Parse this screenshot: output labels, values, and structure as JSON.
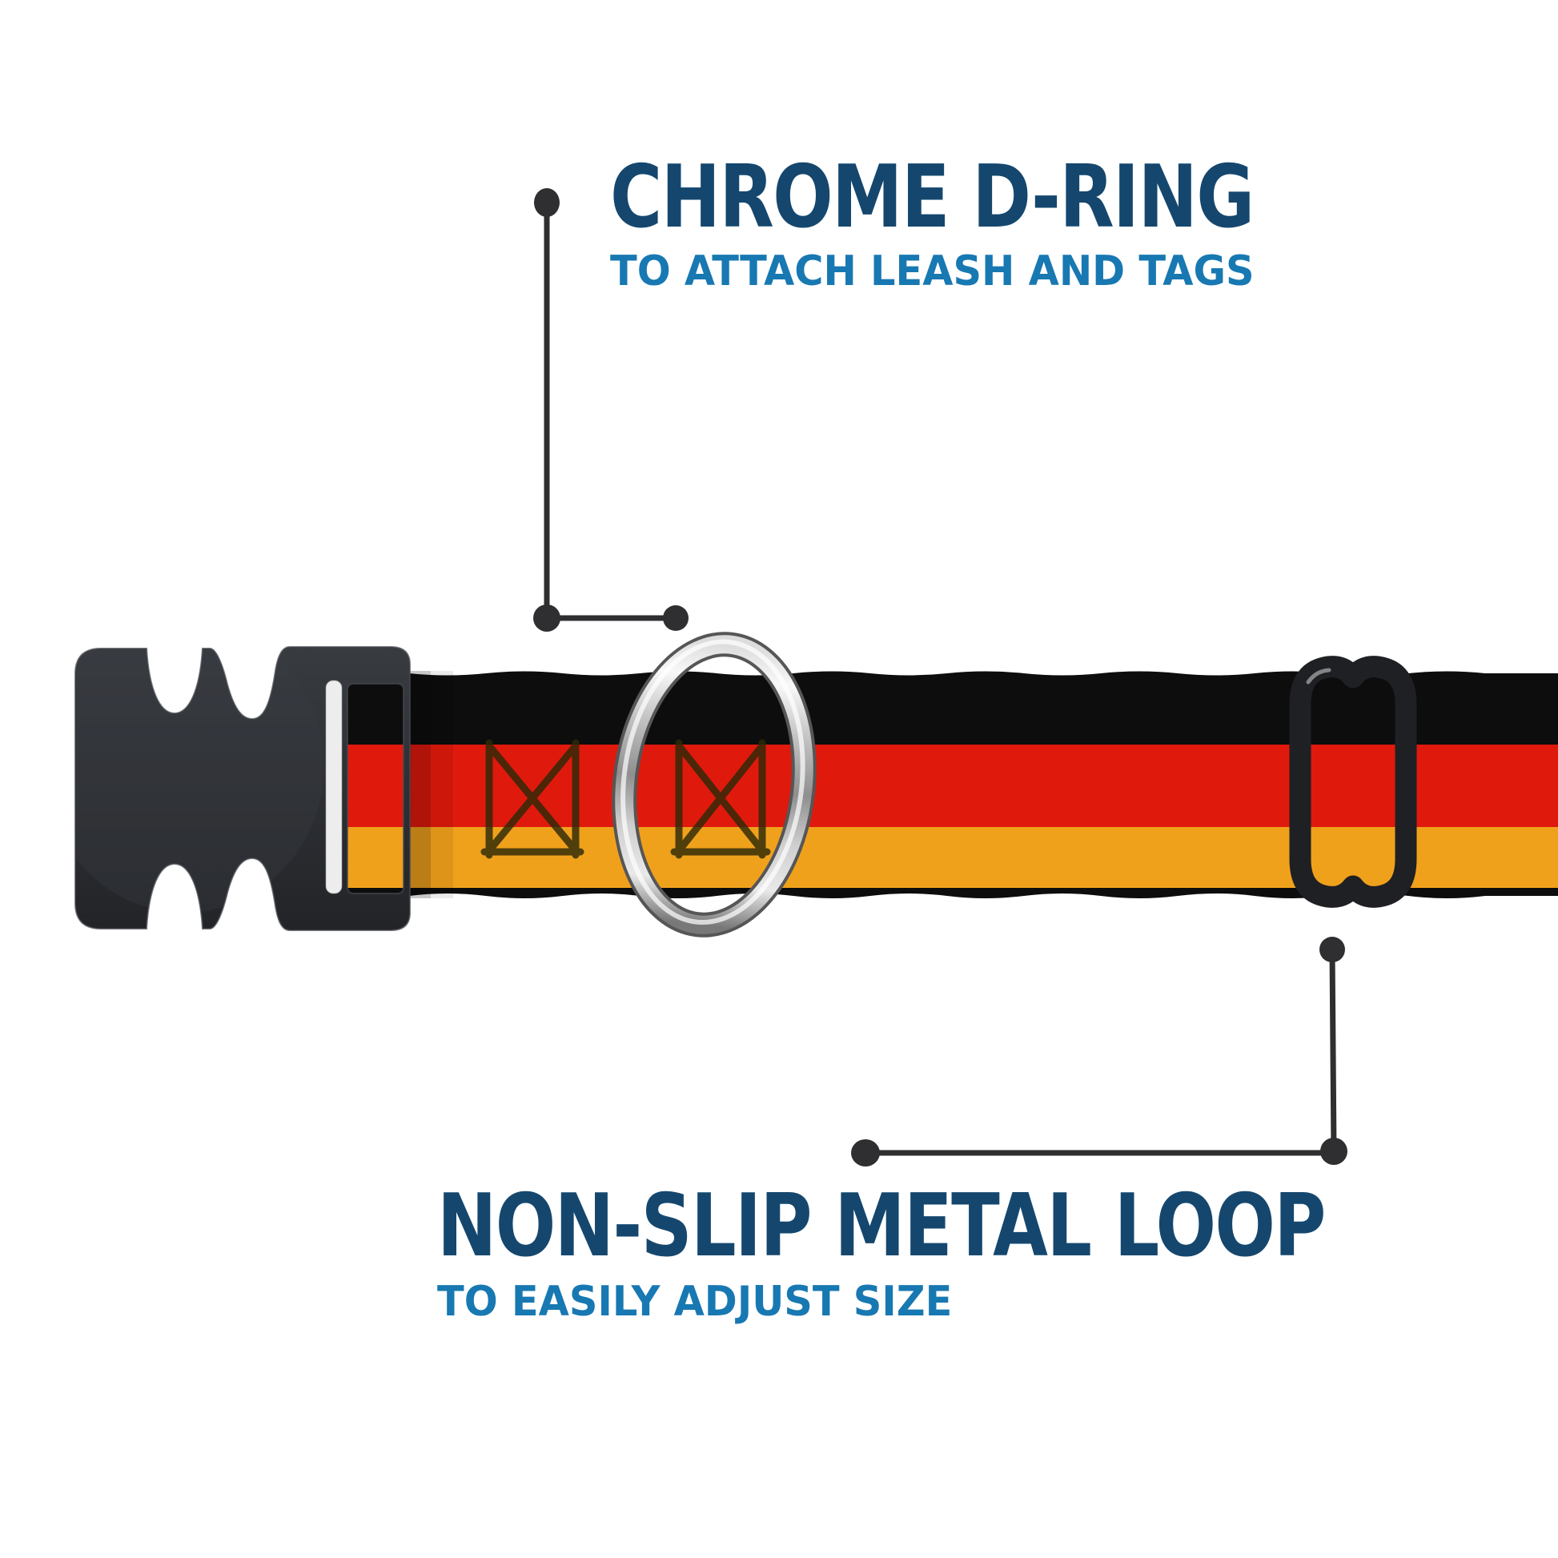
{
  "annotations": {
    "dring": {
      "title": "CHROME D-RING",
      "subtitle": "TO ATTACH LEASH AND TAGS"
    },
    "loop": {
      "title": "NON-SLIP METAL LOOP",
      "subtitle": "TO EASILY ADJUST SIZE"
    }
  },
  "parts": {
    "buckle": "side-release-buckle",
    "webbing": "german-flag-striped-webbing",
    "dring": "chrome-d-ring",
    "slider": "non-slip-metal-loop-slider",
    "stitching": "box-x-stitches"
  },
  "colors": {
    "title_navy": "#15476e",
    "subtitle_blue": "#1878b2",
    "callout_dark": "#2f2f31",
    "flag_black": "#0d0d0d",
    "flag_red": "#e0190d",
    "flag_gold": "#f0a11c",
    "buckle_top": "#383b40",
    "buckle_bottom": "#222428",
    "buckle_edge": "#46494e",
    "slider_black": "#1f2023",
    "stitch_olive": "#2e2a08",
    "slot_light": "#ededed",
    "chrome_light": "#f8f8f8",
    "chrome_mid": "#8f8f8f",
    "chrome_dark": "#787878",
    "background": "#ffffff"
  }
}
